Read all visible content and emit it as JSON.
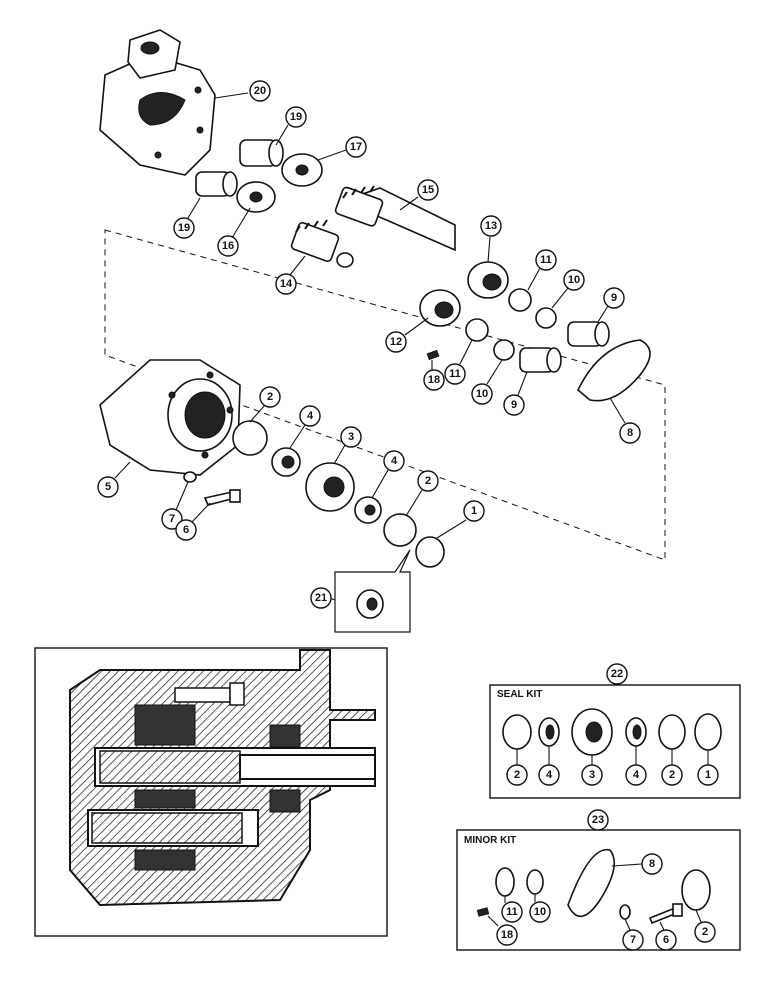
{
  "exploded_view": {
    "callouts": [
      "20",
      "19",
      "17",
      "19",
      "16",
      "15",
      "13",
      "14",
      "11",
      "10",
      "9",
      "12",
      "11",
      "10",
      "18",
      "9",
      "8",
      "2",
      "4",
      "3",
      "5",
      "4",
      "2",
      "1",
      "7",
      "6",
      "21"
    ]
  },
  "seal_kit": {
    "number": "22",
    "title": "SEAL KIT",
    "items": [
      "2",
      "4",
      "3",
      "4",
      "2",
      "1"
    ]
  },
  "minor_kit": {
    "number": "23",
    "title": "MINOR KIT",
    "items": [
      "11",
      "10",
      "8",
      "2",
      "18",
      "7",
      "6"
    ]
  }
}
